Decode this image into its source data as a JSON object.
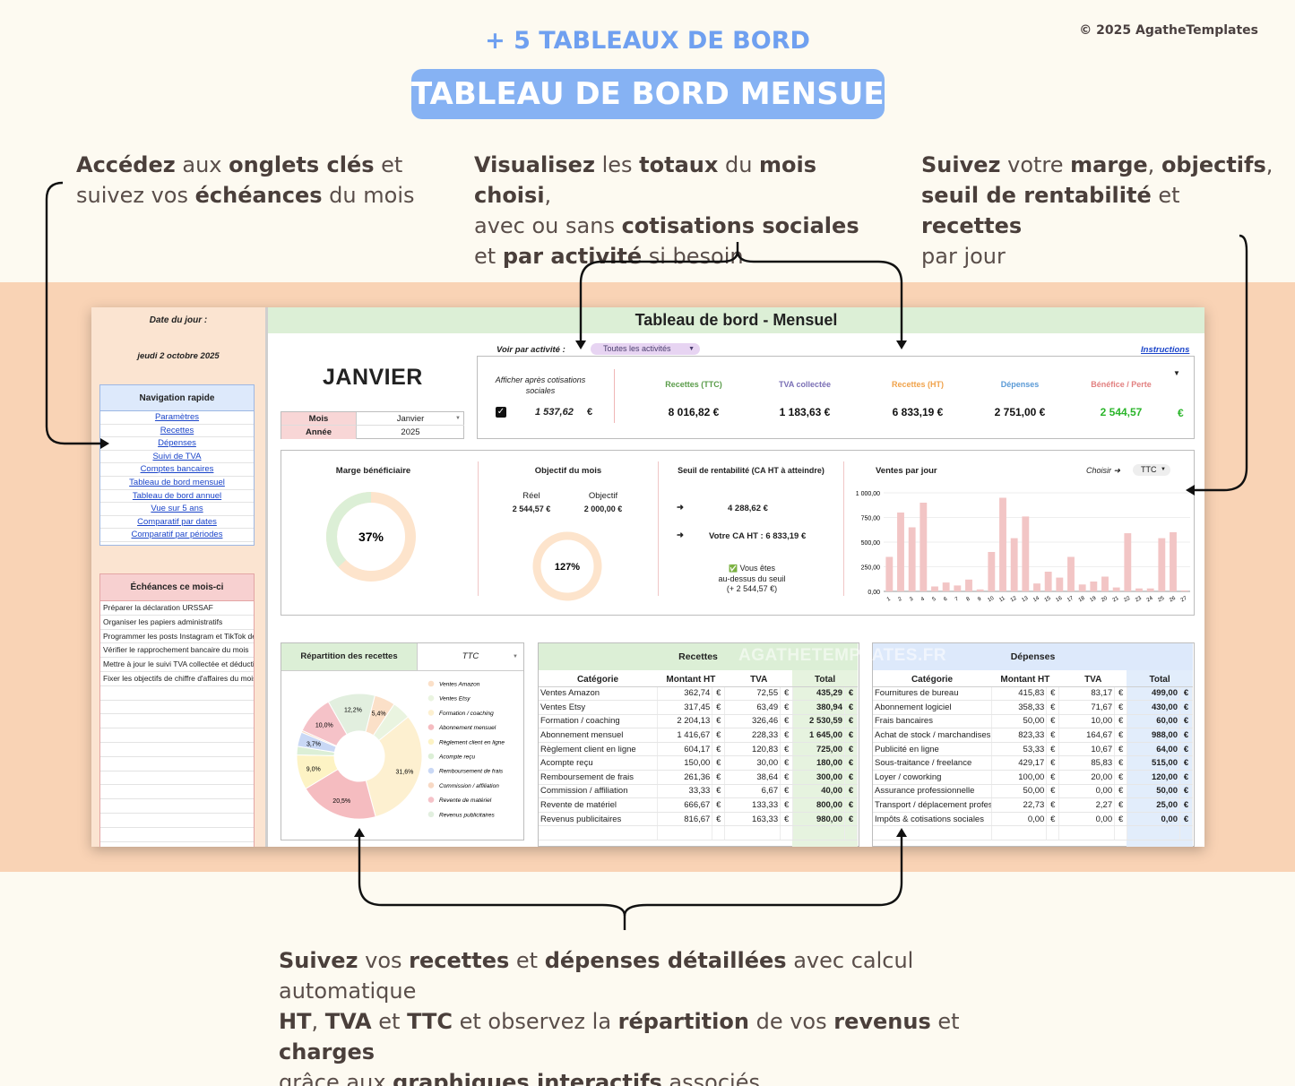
{
  "promo": {
    "copyright": "© 2025 AgatheTemplates",
    "subtitle": "+ 5 TABLEAUX DE BORD",
    "banner": "TABLEAU DE BORD MENSUEL",
    "note1": [
      "Accédez",
      " aux ",
      "onglets clés",
      " et",
      "suivez vos ",
      "échéances",
      " du mois"
    ],
    "note2": [
      "Visualisez",
      " les ",
      "totaux",
      " du ",
      "mois choisi",
      ",",
      "avec ou sans ",
      "cotisations sociales",
      "et ",
      "par activité",
      " si besoin"
    ],
    "note3": [
      "Suivez",
      " votre ",
      "marge",
      ", ",
      "objectifs",
      ",",
      "seuil de rentabilité",
      " et ",
      "recettes",
      "par jour"
    ],
    "note4": [
      "Suivez",
      " vos ",
      "recettes",
      " et ",
      "dépenses détaillées",
      " avec calcul automatique",
      "HT",
      ", ",
      "TVA",
      " et ",
      "TTC",
      " et observez la ",
      "répartition",
      " de vos ",
      "revenus",
      " et ",
      "charges",
      "grâce aux ",
      "graphiques interactifs",
      " associés"
    ]
  },
  "sheet": {
    "date_label": "Date du jour :",
    "date_value": "jeudi 2 octobre 2025",
    "title": "Tableau de bord - Mensuel",
    "activity_label": "Voir par activité :",
    "activity_value": "Toutes les activités",
    "instructions": "Instructions",
    "month_big": "JANVIER",
    "mois_label": "Mois",
    "mois_value": "Janvier",
    "annee_label": "Année",
    "annee_value": "2025",
    "nav_title": "Navigation rapide",
    "nav": [
      "Paramètres",
      "Recettes",
      "Dépenses",
      "Suivi de TVA",
      "Comptes bancaires",
      "Tableau de bord mensuel",
      "Tableau de bord annuel",
      "Vue sur 5 ans",
      "Comparatif par dates",
      "Comparatif par périodes"
    ],
    "echeances_title": "Échéances ce mois-ci",
    "echeances": [
      "Préparer la déclaration URSSAF",
      "Organiser les papiers administratifs",
      "Programmer les posts Instagram et TikTok de la semaine",
      "Vérifier le rapprochement bancaire du mois",
      "Mettre à jour le suivi TVA collectée et déductible",
      "Fixer les objectifs de chiffre d'affaires du mois"
    ],
    "summary": {
      "cotis_label": "Afficher après cotisations sociales",
      "cotis_value": "1 537,62",
      "cotis_cur": "€",
      "labels": [
        "Recettes (TTC)",
        "TVA collectée",
        "Recettes (HT)",
        "Dépenses",
        "Bénéfice / Perte"
      ],
      "values": [
        "8 016,82 €",
        "1 183,63 €",
        "6 833,19 €",
        "2 751,00 €",
        "2 544,57"
      ],
      "benefice_cur": "€",
      "colors": [
        "#5a9c4a",
        "#7a6fb5",
        "#f0a24a",
        "#5a9ad6",
        "#e28080"
      ]
    },
    "marge": {
      "title": "Marge bénéficiaire",
      "percent": 37,
      "label": "37%"
    },
    "objectif": {
      "title": "Objectif du mois",
      "reel_label": "Réel",
      "reel_value": "2 544,57 €",
      "obj_label": "Objectif",
      "obj_value": "2 000,00 €",
      "percent_label": "127%"
    },
    "seuil": {
      "title": "Seuil de rentabilité (CA HT à atteindre)",
      "arrow": "➜",
      "seuil_value": "4 288,62 €",
      "ca_text": "Votre CA HT : 6 833,19 €",
      "check": "✅",
      "msg1": "Vous êtes",
      "msg2": "au-dessus du seuil",
      "msg3": "(+ 2 544,57 €)"
    },
    "ventes_title": "Ventes par jour",
    "choisir_label": "Choisir ➜",
    "choisir_value": "TTC",
    "repart_title": "Répartition des recettes",
    "repart_select": "TTC",
    "watermark": "AGATHETEMPLATES.FR",
    "recettes": {
      "title": "Recettes",
      "headers": [
        "Catégorie",
        "Montant HT",
        "TVA",
        "Total"
      ],
      "cur": "€",
      "rows": [
        [
          "Ventes Amazon",
          "362,74",
          "72,55",
          "435,29"
        ],
        [
          "Ventes Etsy",
          "317,45",
          "63,49",
          "380,94"
        ],
        [
          "Formation / coaching",
          "2 204,13",
          "326,46",
          "2 530,59"
        ],
        [
          "Abonnement mensuel",
          "1 416,67",
          "228,33",
          "1 645,00"
        ],
        [
          "Règlement client en ligne",
          "604,17",
          "120,83",
          "725,00"
        ],
        [
          "Acompte reçu",
          "150,00",
          "30,00",
          "180,00"
        ],
        [
          "Remboursement de frais",
          "261,36",
          "38,64",
          "300,00"
        ],
        [
          "Commission / affiliation",
          "33,33",
          "6,67",
          "40,00"
        ],
        [
          "Revente de matériel",
          "666,67",
          "133,33",
          "800,00"
        ],
        [
          "Revenus publicitaires",
          "816,67",
          "163,33",
          "980,00"
        ]
      ]
    },
    "depenses": {
      "title": "Dépenses",
      "headers": [
        "Catégorie",
        "Montant HT",
        "TVA",
        "Total"
      ],
      "cur": "€",
      "rows": [
        [
          "Fournitures de bureau",
          "415,83",
          "83,17",
          "499,00"
        ],
        [
          "Abonnement logiciel",
          "358,33",
          "71,67",
          "430,00"
        ],
        [
          "Frais bancaires",
          "50,00",
          "10,00",
          "60,00"
        ],
        [
          "Achat de stock / marchandises",
          "823,33",
          "164,67",
          "988,00"
        ],
        [
          "Publicité en ligne",
          "53,33",
          "10,67",
          "64,00"
        ],
        [
          "Sous-traitance / freelance",
          "429,17",
          "85,83",
          "515,00"
        ],
        [
          "Loyer / coworking",
          "100,00",
          "20,00",
          "120,00"
        ],
        [
          "Assurance professionnelle",
          "50,00",
          "0,00",
          "50,00"
        ],
        [
          "Transport / déplacement professionnel",
          "22,73",
          "2,27",
          "25,00"
        ],
        [
          "Impôts & cotisations sociales",
          "0,00",
          "0,00",
          "0,00"
        ]
      ]
    }
  },
  "chart_data": [
    {
      "type": "bar",
      "title": "Ventes par jour",
      "categories": [
        "1",
        "2",
        "3",
        "4",
        "5",
        "6",
        "7",
        "8",
        "9",
        "10",
        "11",
        "12",
        "13",
        "14",
        "15",
        "16",
        "17",
        "18",
        "19",
        "20",
        "21",
        "22",
        "23",
        "24",
        "25",
        "26",
        "27"
      ],
      "values": [
        350,
        800,
        650,
        900,
        50,
        90,
        60,
        120,
        20,
        400,
        950,
        540,
        760,
        80,
        200,
        140,
        350,
        70,
        100,
        150,
        40,
        590,
        30,
        30,
        540,
        600,
        10
      ],
      "yticks": [
        "0,00",
        "250,00",
        "500,00",
        "750,00",
        "1 000,00"
      ],
      "ylim": [
        0,
        1000
      ],
      "color": "#f2c5c5"
    },
    {
      "type": "pie",
      "title": "Répartition des recettes",
      "labels": [
        "Ventes Amazon",
        "Ventes Etsy",
        "Formation / coaching",
        "Abonnement mensuel",
        "Règlement client en ligne",
        "Acompte reçu",
        "Remboursement de frais",
        "Commission / affiliation",
        "Revente de matériel",
        "Revenus publicitaires"
      ],
      "values": [
        5.4,
        4.8,
        31.6,
        20.5,
        9.0,
        2.2,
        3.7,
        0.5,
        10.0,
        12.2
      ],
      "slice_labels": [
        "5,4%",
        "",
        "31,6%",
        "20,5%",
        "9,0%",
        "",
        "3,7%",
        "",
        "10,0%",
        "12,2%"
      ],
      "colors": [
        "#fbe0c8",
        "#eaf4e0",
        "#fdf0d0",
        "#f5bcc0",
        "#fdf3c4",
        "#dcefd6",
        "#c9d8f5",
        "#f8d9c4",
        "#f5c2c8",
        "#e2efdf"
      ]
    },
    {
      "type": "pie",
      "title": "Marge bénéficiaire",
      "labels": [
        "Marge",
        "Reste"
      ],
      "values": [
        37,
        63
      ],
      "colors": [
        "#dcefd6",
        "#fde4cc"
      ]
    }
  ]
}
